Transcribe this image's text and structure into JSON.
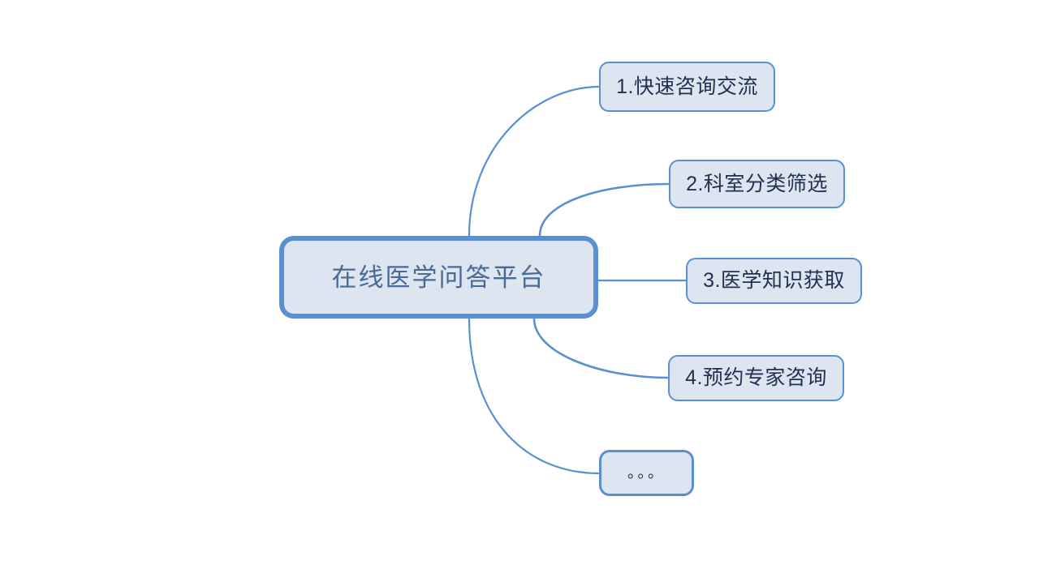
{
  "diagram": {
    "type": "mindmap",
    "background_color": "#ffffff",
    "edge_color": "#5b8fd4",
    "node_fill": "#dde5f1",
    "node_border": "#5b8fd4",
    "root_text_color": "#4a6a96",
    "branch_text_color": "#1f3050",
    "root": {
      "label": "在线医学问答平台"
    },
    "branches": [
      {
        "label": "1.快速咨询交流"
      },
      {
        "label": "2.科室分类筛选"
      },
      {
        "label": "3.医学知识获取"
      },
      {
        "label": "4.预约专家咨询"
      }
    ],
    "more_node": {
      "label": "。。。"
    }
  }
}
